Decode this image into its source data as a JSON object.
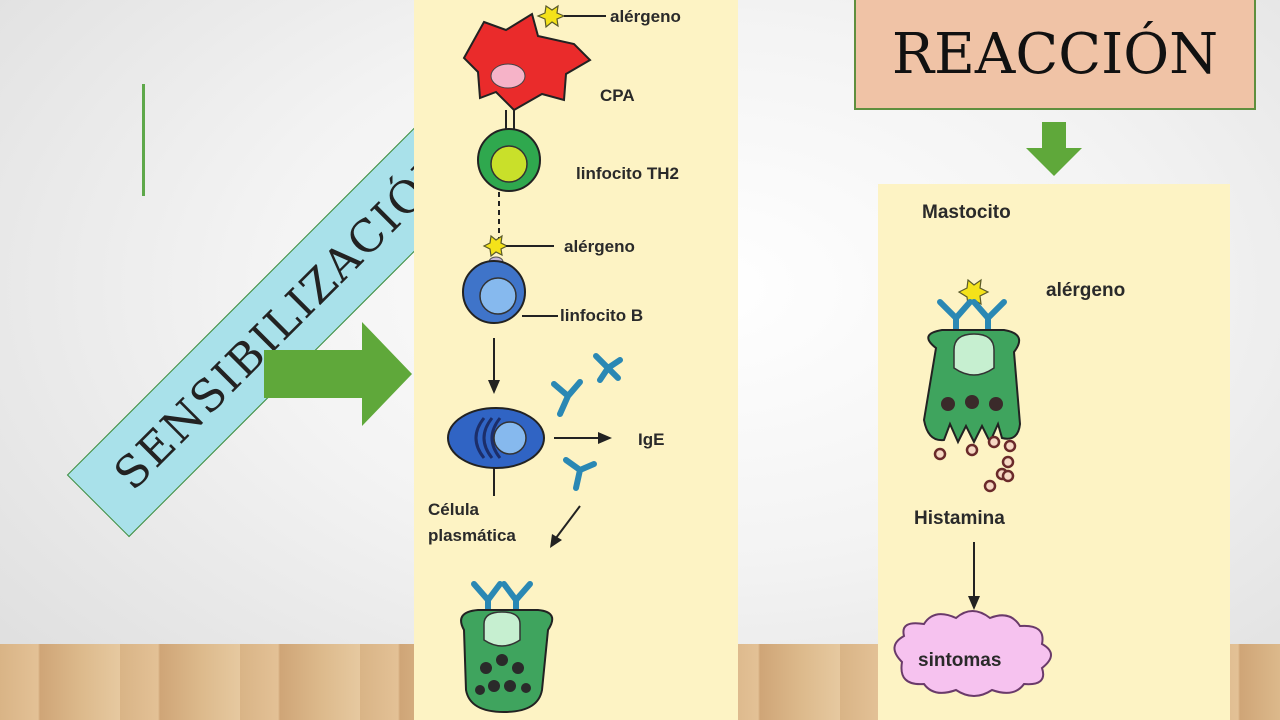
{
  "slide": {
    "sensitization_title": "SENSIBILIZACIÓN",
    "reaction_title": "REACCIÓN"
  },
  "left_diagram": {
    "allergen_top": "alérgeno",
    "apc": "CPA",
    "th2": "linfocito TH2",
    "allergen_mid": "alérgeno",
    "b_cell": "linfocito B",
    "ige": "IgE",
    "plasma_cell_line1": "Célula",
    "plasma_cell_line2": "plasmática"
  },
  "right_diagram": {
    "mast_cell": "Mastocito",
    "allergen": "alérgeno",
    "histamine": "Histamina",
    "symptoms": "sintomas"
  },
  "colors": {
    "arrow_green": "#5fa83a",
    "panel_background": "#fdf3c4",
    "banner_blue": "#a9e1ea",
    "reaction_box": "#f0c3a6"
  }
}
